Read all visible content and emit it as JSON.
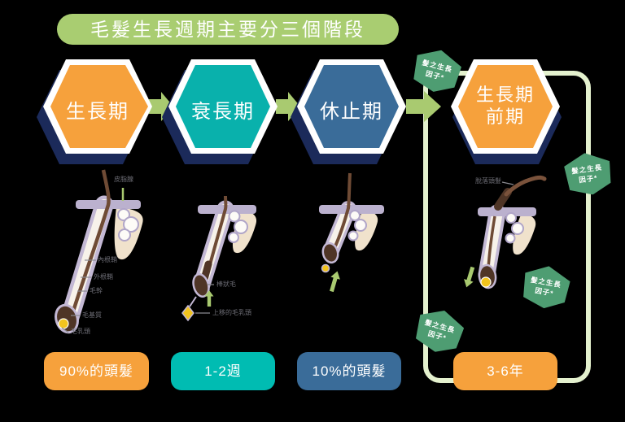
{
  "title": "毛髮生長週期主要分三個階段",
  "stages": [
    {
      "name": "anagen",
      "label": "生長期",
      "badge": "90%的頭髮"
    },
    {
      "name": "catagen",
      "label": "衰長期",
      "badge": "1-2週"
    },
    {
      "name": "telogen",
      "label": "休止期",
      "badge": "10%的頭髮"
    },
    {
      "name": "early-anagen",
      "label": "生長期",
      "label_line2": "前期",
      "badge": "3-6年"
    }
  ],
  "anatomy_labels": {
    "anagen": {
      "sebaceous_gland": "皮脂腺",
      "inner_root_sheath": "內根鞘",
      "outer_root_sheath": "外根鞘",
      "hair_shaft": "毛幹",
      "hair_matrix": "毛基質",
      "dermal_papilla": "毛乳頭"
    },
    "catagen": {
      "club_hair": "棒狀毛",
      "rising_papilla": "上移的毛乳頭"
    },
    "early_anagen": {
      "shedding_hair": "脫落頭髮"
    }
  },
  "growth_factor_badge": {
    "line1": "髮之生長",
    "line2": "因子*"
  },
  "colors": {
    "anagen_orange": "#F6A13C",
    "catagen_teal": "#09B1AC",
    "telogen_blue": "#3A6C99",
    "hex_outline_navy": "#1B2A5A",
    "arrow_green": "#A9CA70",
    "title_green": "#A9CD71",
    "badge_green": "#4E9D72",
    "loop_green": "#E4F1CE",
    "follicle_lavender": "#C3B8D4",
    "hair_brown": "#6F4B35",
    "papilla_yellow": "#F2C41D",
    "background": "#000000"
  }
}
